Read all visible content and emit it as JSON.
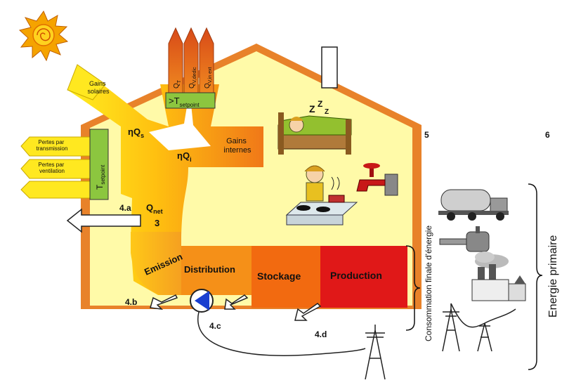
{
  "labels": {
    "gains_solaires": [
      "Gains",
      "solaires"
    ],
    "pertes_transmission": [
      "Pertes par",
      "transmission"
    ],
    "pertes_ventilation": [
      "Pertes par",
      "ventilation"
    ],
    "t_setpoint_main": "T",
    "t_setpoint_sub": "setpoint",
    "gt_setpoint_main": ">T",
    "gt_setpoint_sub": "setpoint",
    "eta_qs_main": "ηQ",
    "eta_qs_sub": "s",
    "eta_qi_main": "ηQ",
    "eta_qi_sub": "i",
    "gains_internes": [
      "Gains",
      "internes"
    ],
    "q_net_main": "Q",
    "q_net_sub": "net",
    "num_3": "3",
    "num_4a": "4.a",
    "num_4b": "4.b",
    "num_4c": "4.c",
    "num_4d": "4.d",
    "num_5": "5",
    "num_6": "6",
    "qt_main": "Q",
    "qt_sub": "T",
    "qvdedic_main": "Q",
    "qvdedic_sub": "V,dedic",
    "qvinext_main": "Q",
    "qvinext_sub": "V,in ext",
    "emission": "Emission",
    "distribution": "Distribution",
    "stockage": "Stockage",
    "production": "Production",
    "consommation": "Consommation  finale d'énergie",
    "energie_primaire": "Energie primaire"
  },
  "icons": [
    "sun-icon",
    "sleeping-person-icon",
    "cooking-person-icon",
    "water-tap-icon",
    "tanker-truck-icon",
    "gas-pipe-icon",
    "factory-icon",
    "power-pylon-icon",
    "pump-icon"
  ],
  "colors": {
    "house_fill": "#fffaa8",
    "house_border": "#e8822a",
    "production": "#e01818",
    "stockage": "#f26a10",
    "distribution": "#f59018",
    "setpoint_box": "#8cc63f"
  }
}
